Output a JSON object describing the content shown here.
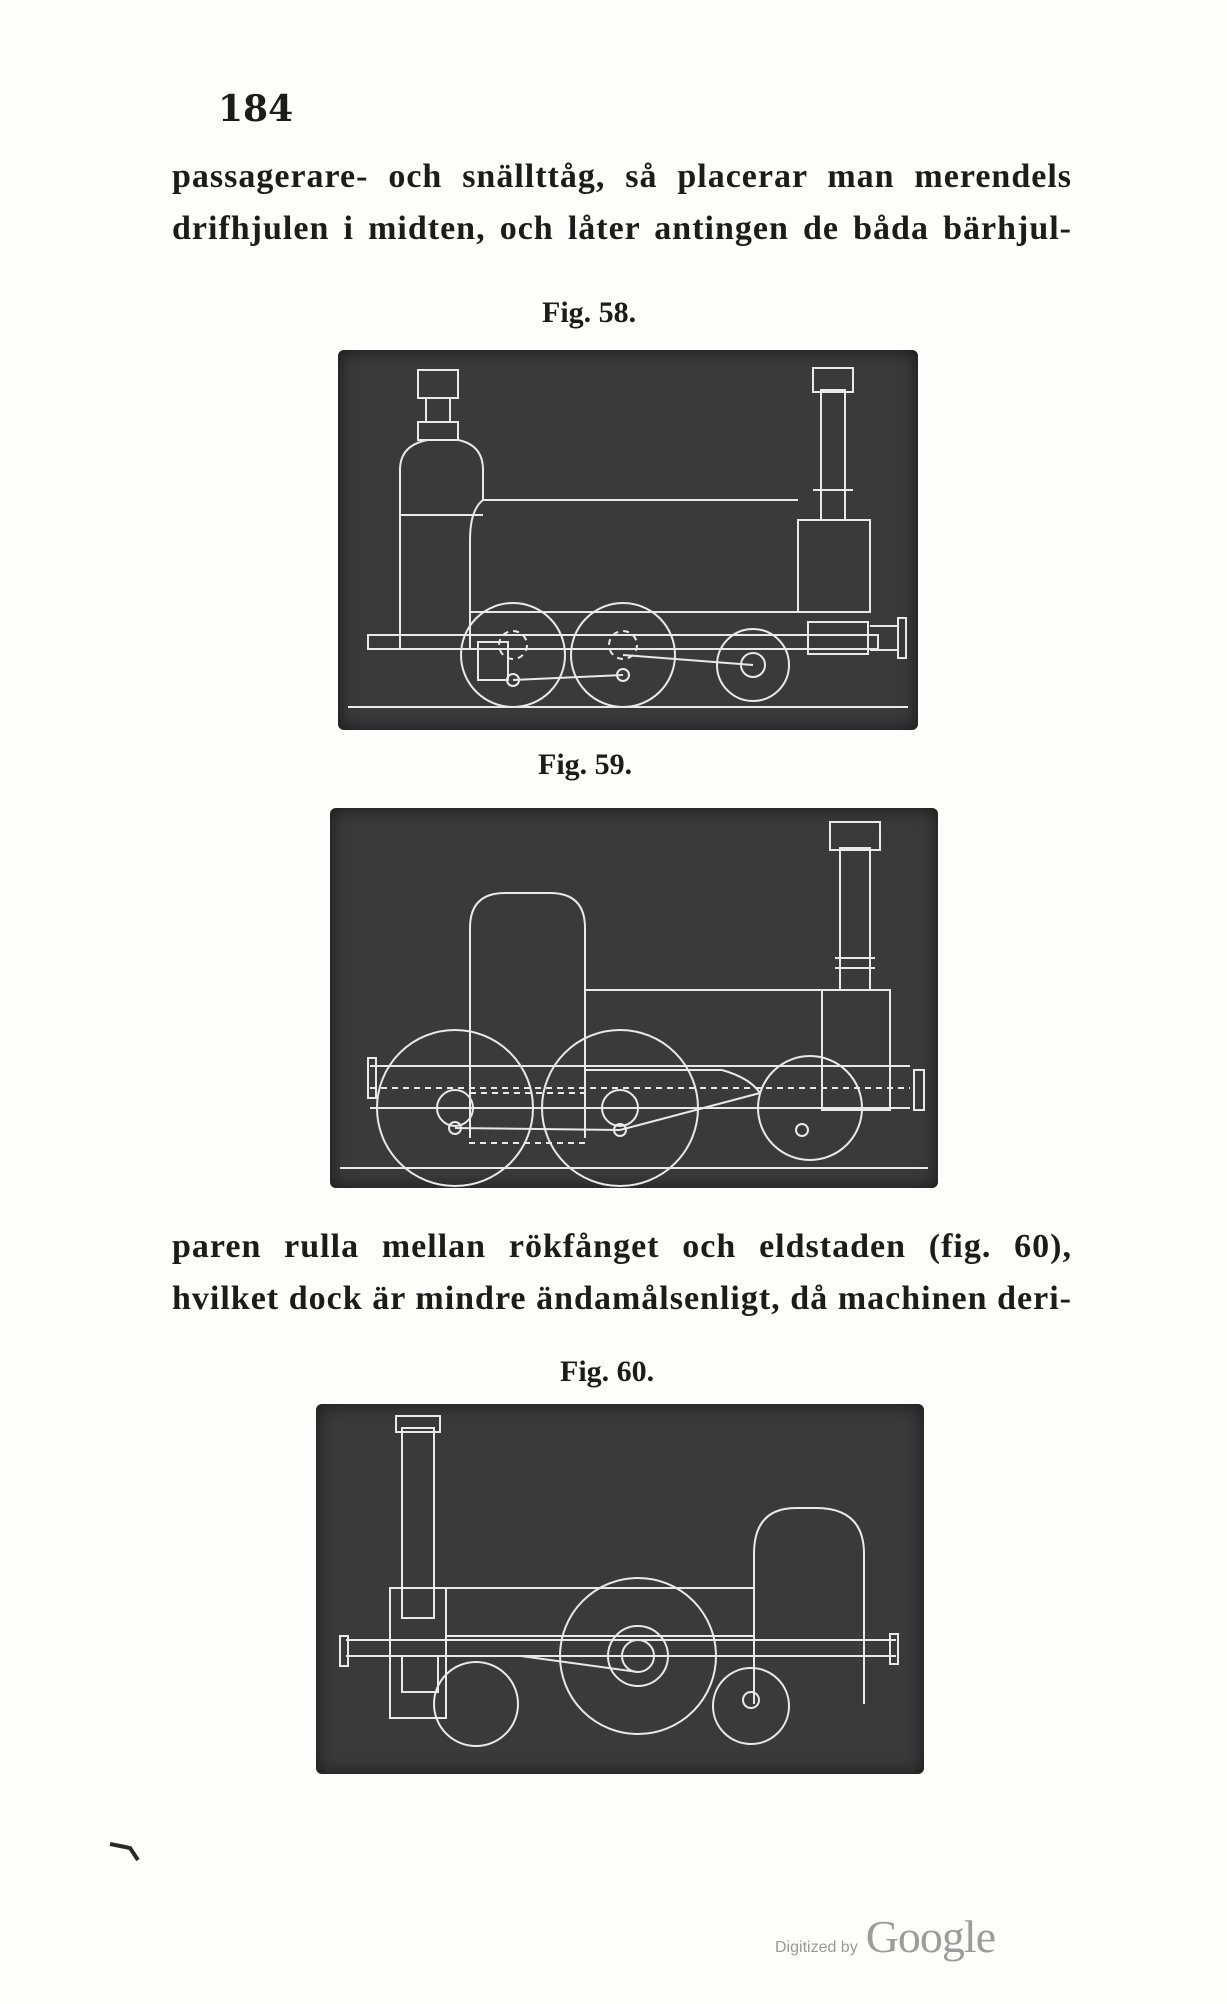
{
  "page": {
    "number": "184",
    "paragraph_top": [
      "passagerare- och snällttåg, så placerar man merendels",
      "drifhjulen i midten, och låter antingen de båda bärhjul-"
    ],
    "paragraph_middle": [
      "paren rulla mellan rökfånget och eldstaden (fig. 60),",
      "hvilket dock är mindre ändamålsenligt, då machinen deri-"
    ]
  },
  "figures": [
    {
      "caption": "Fig. 58."
    },
    {
      "caption": "Fig. 59."
    },
    {
      "caption": "Fig. 60."
    }
  ],
  "watermark": {
    "small": "Digitized by",
    "logo": "Google"
  }
}
